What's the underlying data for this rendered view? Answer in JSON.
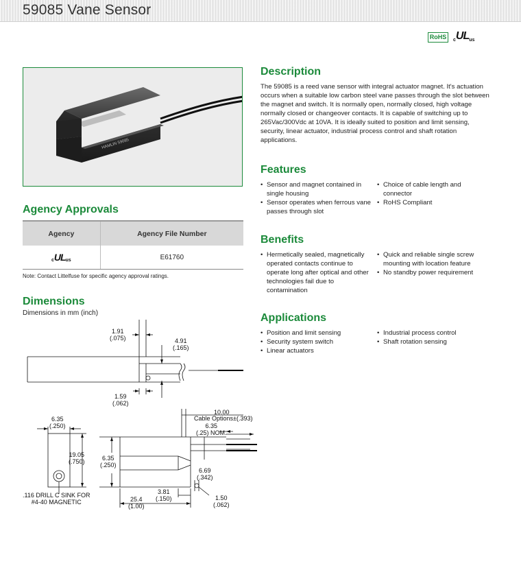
{
  "header": {
    "title": "59085 Vane Sensor"
  },
  "certs": {
    "rohs": "RoHS",
    "ul_c": "c",
    "ul_mark": "UL",
    "ul_us": "us"
  },
  "photo": {
    "part_marking": "HAMLIN 59085"
  },
  "approvals": {
    "title": "Agency Approvals",
    "headers": [
      "Agency",
      "Agency File Number"
    ],
    "rows": [
      {
        "agency": "cULus",
        "file_number": "E61760"
      }
    ],
    "note": "Note: Contact Littelfuse for specific agency approval ratings."
  },
  "dimensions": {
    "title": "Dimensions",
    "subtitle": "Dimensions in mm (inch)",
    "labels": {
      "d1_mm": "1.91",
      "d1_in": "(.075)",
      "d2_mm": "4.91",
      "d2_in": "(.165)",
      "d3_mm": "1.59",
      "d3_in": "(.062)",
      "d4_mm": "6.35",
      "d4_in": "(.250)",
      "d5_mm": "19.05",
      "d5_in": "(.750)",
      "drill1": ".116 DRILL C SINK FOR",
      "drill2": "#4-40 MAGNETIC",
      "d6_mm": "10.00",
      "cable_opt": "Cable Options±(.393)",
      "d7_mm": "6.35",
      "d7_in": "(.25) NOM.",
      "d8_mm": "6.35",
      "d8_in": "(.250)",
      "d9_mm": "6.69",
      "d9_in": "(.342)",
      "d10_mm": "3.81",
      "d10_in": "(.150)",
      "d11_mm": "1.50",
      "d11_in": "(.062)",
      "d12_mm": "25.4",
      "d12_in": "(1.00)"
    }
  },
  "description": {
    "title": "Description",
    "lines": [
      "The 59085 is a reed vane sensor with integral actuator magnet. It's actuation",
      "occurs when a suitable low carbon steel vane passes through the slot between",
      "the magnet and switch. It is normally open, normally closed, high voltage",
      "normally closed or changeover contacts. It is capable of switching up to",
      "265Vac/300Vdc at 10VA. It is ideally suited to position and limit sensing,",
      "security, linear actuator, industrial process control and shaft rotation",
      "applications."
    ]
  },
  "features": {
    "title": "Features",
    "col1": [
      [
        "Sensor and magnet contained in",
        "single housing"
      ],
      [
        "Sensor operates when ferrous vane",
        "passes through slot"
      ]
    ],
    "col2": [
      [
        "Choice of cable length and",
        "connector"
      ],
      [
        "RoHS Compliant"
      ]
    ]
  },
  "benefits": {
    "title": "Benefits",
    "col1": [
      [
        "Hermetically sealed, magnetically",
        "operated contacts continue to",
        "operate long after optical and other",
        "technologies fail due to",
        "contamination"
      ]
    ],
    "col2": [
      [
        "Quick and reliable single screw",
        "mounting with location feature"
      ],
      [
        "No standby power requirement"
      ]
    ]
  },
  "applications": {
    "title": "Applications",
    "col1": [
      [
        "Position and limit sensing"
      ],
      [
        "Security system switch"
      ],
      [
        "Linear actuators"
      ]
    ],
    "col2": [
      [
        "Industrial process control"
      ],
      [
        "Shaft rotation sensing"
      ]
    ]
  }
}
